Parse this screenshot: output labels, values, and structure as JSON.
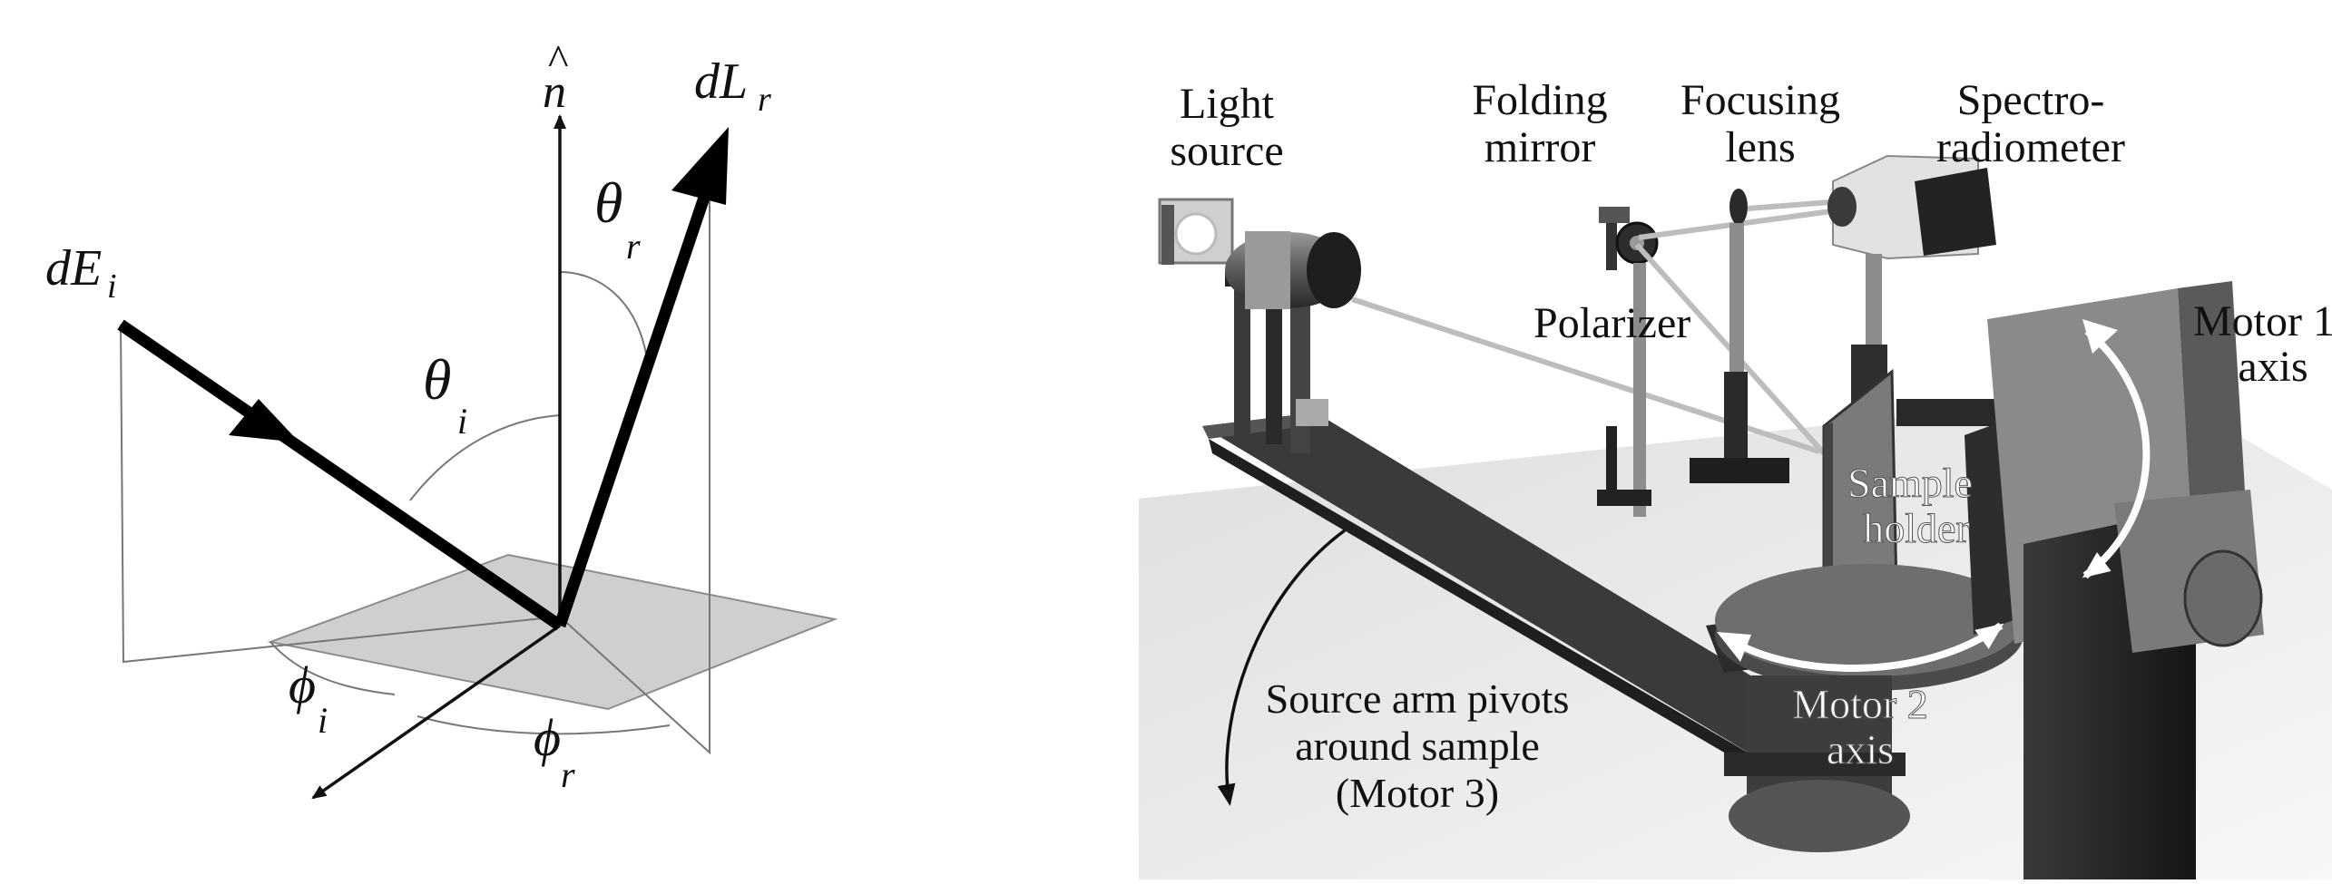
{
  "geometry_panel": {
    "normal_label": "n",
    "normal_hat": "^",
    "incident_label_main": "dE",
    "incident_label_sub": "i",
    "reflected_label_main": "dL",
    "reflected_label_sub": "r",
    "theta_i": {
      "sym": "θ",
      "sub": "i"
    },
    "theta_r": {
      "sym": "θ",
      "sub": "r"
    },
    "phi_i": {
      "sym": "ϕ",
      "sub": "i"
    },
    "phi_r": {
      "sym": "ϕ",
      "sub": "r"
    }
  },
  "apparatus_panel": {
    "light_source": [
      "Light",
      "source"
    ],
    "folding_mirror": [
      "Folding",
      "mirror"
    ],
    "focusing_lens": [
      "Focusing",
      "lens"
    ],
    "spectroradiometer": [
      "Spectro-",
      "radiometer"
    ],
    "polarizer": "Polarizer",
    "motor1": [
      "Motor 1",
      "axis"
    ],
    "sample_holder": [
      "Sample",
      "holder"
    ],
    "motor2": [
      "Motor 2",
      "axis"
    ],
    "source_arm": [
      "Source arm pivots",
      "around sample",
      "(Motor 3)"
    ]
  },
  "colors": {
    "line": "#111111",
    "plane_fill": "#cfcfcf",
    "floor": "#e9e9e9",
    "metal_dark": "#2a2a2a",
    "metal_mid": "#6b6b6b",
    "arrow_white": "#ffffff"
  }
}
